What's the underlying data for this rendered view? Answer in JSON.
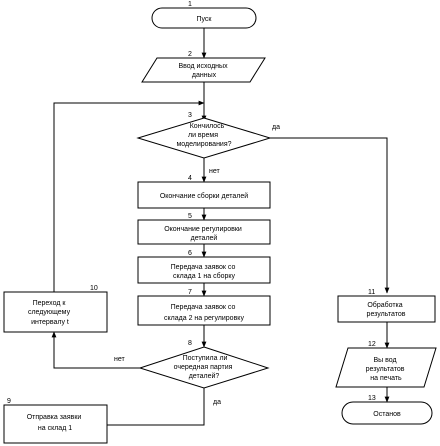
{
  "nodes": [
    {
      "id": "n1",
      "number": "1",
      "lines": [
        "Пуск"
      ]
    },
    {
      "id": "n2",
      "number": "2",
      "lines": [
        "Ввод исходных",
        "данных"
      ]
    },
    {
      "id": "n3",
      "number": "3",
      "lines": [
        "Кончилось",
        "ли время",
        "моделирования?"
      ]
    },
    {
      "id": "n4",
      "number": "4",
      "lines": [
        "Окончание сборки деталей"
      ]
    },
    {
      "id": "n5",
      "number": "5",
      "lines": [
        "Окончание регулировки",
        "деталей"
      ]
    },
    {
      "id": "n6",
      "number": "6",
      "lines": [
        "Передача заявок со",
        "склада 1 на сборку"
      ]
    },
    {
      "id": "n7",
      "number": "7",
      "lines": [
        "Передача заявок со",
        "склада 2 на регулировку"
      ]
    },
    {
      "id": "n8",
      "number": "8",
      "lines": [
        "Поступила ли",
        "очередная партия",
        "деталей?"
      ]
    },
    {
      "id": "n9",
      "number": "9",
      "lines": [
        "Отправка заявки",
        "на склад 1"
      ]
    },
    {
      "id": "n10",
      "number": "10",
      "lines": [
        "Переход к",
        "следующему",
        "интервалу    t"
      ]
    },
    {
      "id": "n11",
      "number": "11",
      "lines": [
        "Обработка",
        "результатов"
      ]
    },
    {
      "id": "n12",
      "number": "12",
      "lines": [
        "Вы вод",
        "результатов",
        "на печать"
      ]
    },
    {
      "id": "n13",
      "number": "13",
      "lines": [
        "Останов"
      ]
    }
  ],
  "edge_labels": {
    "n3_yes": "да",
    "n3_no": "нет",
    "n8_no": "нет",
    "n8_yes": "да"
  }
}
